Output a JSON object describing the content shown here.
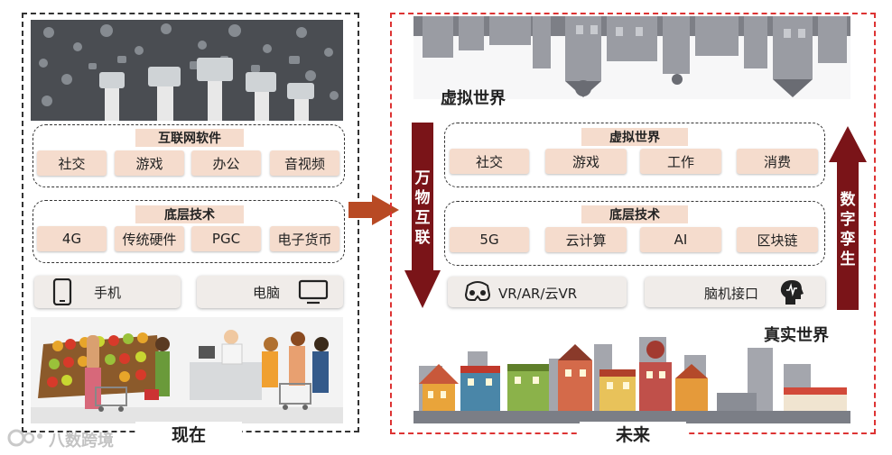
{
  "left_panel": {
    "software_group": {
      "title": "互联网软件",
      "items": [
        "社交",
        "游戏",
        "办公",
        "音视频"
      ]
    },
    "tech_group": {
      "title": "底层技术",
      "items": [
        "4G",
        "传统硬件",
        "PGC",
        "电子货币"
      ]
    },
    "devices": {
      "phone_label": "手机",
      "computer_label": "电脑"
    },
    "caption": "现在"
  },
  "right_panel": {
    "virtual_world_label": "虚拟世界",
    "virtual_group": {
      "title": "虚拟世界",
      "items": [
        "社交",
        "游戏",
        "工作",
        "消费"
      ]
    },
    "tech_group": {
      "title": "底层技术",
      "items": [
        "5G",
        "云计算",
        "AI",
        "区块链"
      ]
    },
    "devices": {
      "vr_label": "VR/AR/云VR",
      "brain_label": "脑机接口"
    },
    "real_world_label": "真实世界",
    "left_arrow_text": [
      "万",
      "物",
      "互",
      "联"
    ],
    "right_arrow_text": [
      "数",
      "字",
      "孪",
      "生"
    ],
    "caption": "未来"
  },
  "watermark": "八数跨境",
  "colors": {
    "tile_bg": "#f5dccd",
    "arrow_dark_red": "#7a1418",
    "arrow_orange": "#b84a24",
    "right_border": "#d33333"
  }
}
